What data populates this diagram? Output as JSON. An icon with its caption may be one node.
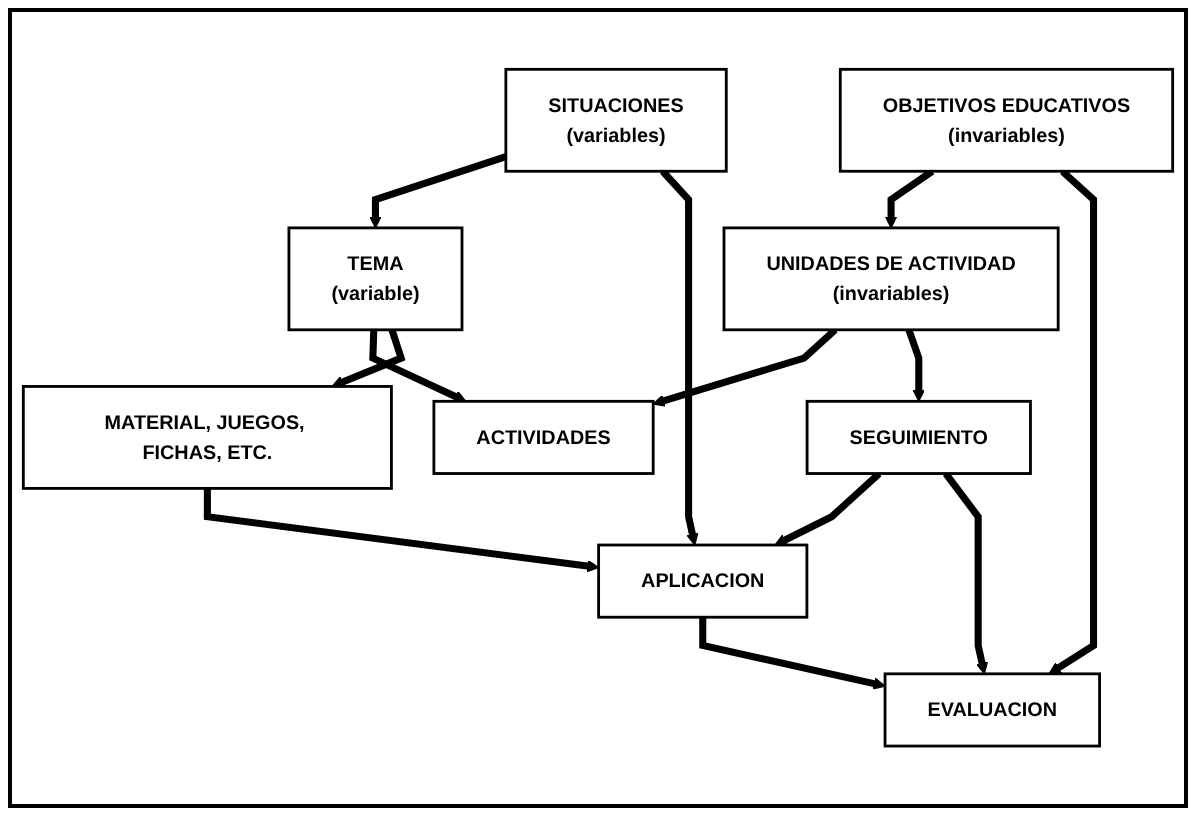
{
  "diagram": {
    "nodes": [
      {
        "text": [
          "SITUACIONES",
          "(variables)"
        ]
      },
      {
        "text": [
          "OBJETIVOS EDUCATIVOS",
          "(invariables)"
        ]
      },
      {
        "text": [
          "TEMA",
          "(variable)"
        ]
      },
      {
        "text": [
          "UNIDADES DE ACTIVIDAD",
          "(invariables)"
        ]
      },
      {
        "text": [
          "ACTIVIDADES"
        ]
      },
      {
        "text": [
          "MATERIAL, JUEGOS, FICHAS, ETC."
        ]
      },
      {
        "text": [
          "APLICACION"
        ]
      },
      {
        "text": [
          "SEGUIMIENTO"
        ]
      },
      {
        "text": [
          "EVALUACION"
        ]
      }
    ],
    "edges": [
      {
        "from": 0,
        "to": 2,
        "arrow": "to"
      },
      {
        "from": 1,
        "to": 3,
        "arrow": "to"
      },
      {
        "from": 2,
        "to": 4,
        "arrow": "to"
      },
      {
        "from": 2,
        "to": 5,
        "arrow": "to"
      },
      {
        "from": 3,
        "to": 4,
        "arrow": "to"
      },
      {
        "from": 3,
        "to": 7,
        "arrow": "to"
      },
      {
        "from": 5,
        "to": 6,
        "arrow": "to"
      },
      {
        "from": 0,
        "to": 6,
        "arrow": "to"
      },
      {
        "from": 7,
        "to": 6,
        "arrow": "to"
      },
      {
        "from": 7,
        "to": 8,
        "arrow": "to"
      },
      {
        "from": 6,
        "to": 8,
        "arrow": "to"
      },
      {
        "from": 1,
        "to": 8,
        "arrow": "to"
      }
    ]
  }
}
